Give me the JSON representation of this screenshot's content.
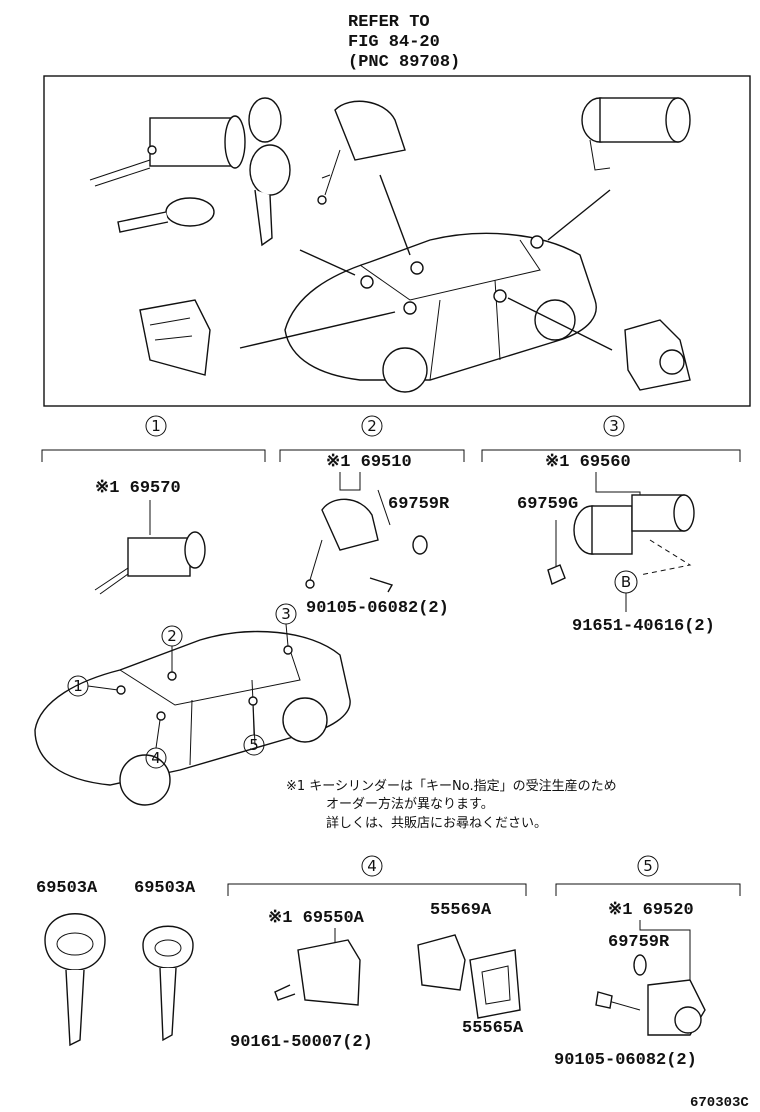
{
  "refer": [
    "REFER TO",
    "FIG 84-20",
    "(PNC 89708)"
  ],
  "groups": [
    {
      "num": "1",
      "parts": [
        "※1 69570"
      ]
    },
    {
      "num": "2",
      "parts": [
        "※1 69510",
        "69759R",
        "90105-06082(2)"
      ]
    },
    {
      "num": "3",
      "parts": [
        "※1 69560",
        "69759G",
        "91651-40616(2)"
      ],
      "ref": "B"
    },
    {
      "num": "4",
      "parts": [
        "※1 69550A",
        "55569A",
        "55565A",
        "90161-50007(2)"
      ]
    },
    {
      "num": "5",
      "parts": [
        "※1 69520",
        "69759R",
        "90105-06082(2)"
      ]
    }
  ],
  "car_callouts": [
    "1",
    "2",
    "3",
    "4",
    "5"
  ],
  "keys": [
    "69503A",
    "69503A"
  ],
  "note": [
    "※1  キーシリンダーは「キーNo.指定」の受注生産のため",
    "オーダー方法が異なります。",
    "詳しくは、共販店にお尋ねください。"
  ],
  "figure_code": "670303C"
}
